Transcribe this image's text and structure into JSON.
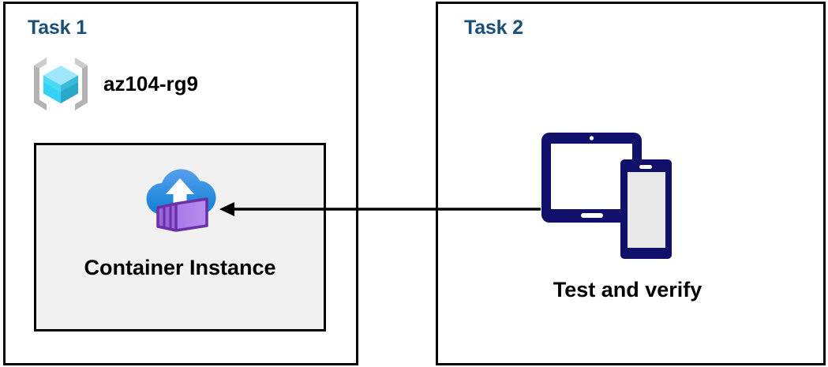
{
  "diagram": {
    "title_color": "#1a4f7a",
    "accent_navy": "#10106b",
    "card_fill": "#f1f1f1"
  },
  "panels": [
    {
      "id": "task1",
      "title": "Task 1",
      "resource_group": {
        "icon": "azure-resource-group-icon",
        "label": "az104-rg9"
      },
      "card": {
        "icon": "azure-container-instance-icon",
        "label": "Container Instance"
      }
    },
    {
      "id": "task2",
      "title": "Task 2",
      "device": {
        "icon": "tablet-and-phone-icon",
        "label": "Test and verify"
      }
    }
  ],
  "connector": {
    "name": "arrow-task2-to-container-instance",
    "direction": "right-to-left",
    "color": "#000000"
  }
}
